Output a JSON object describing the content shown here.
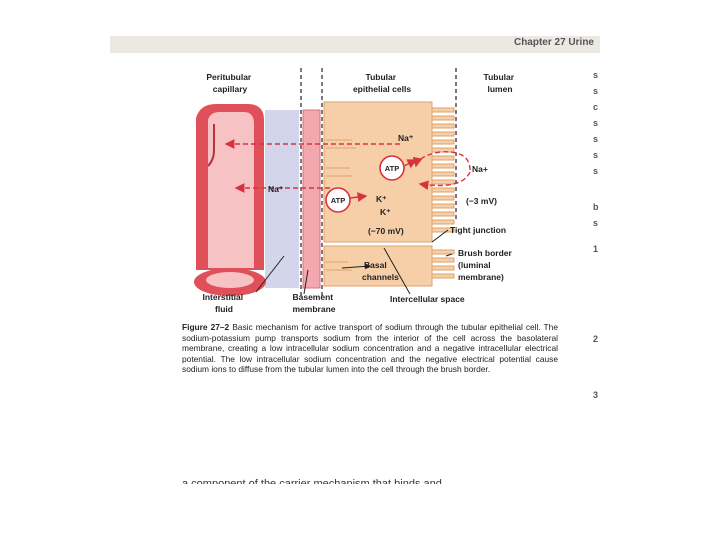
{
  "header": {
    "chapter": "Chapter 27   Urine"
  },
  "figure": {
    "col_labels": {
      "peritubular": [
        "Peritubular",
        "capillary"
      ],
      "epithelial": [
        "Tubular",
        "epithelial cells"
      ],
      "lumen": [
        "Tubular",
        "lumen"
      ]
    },
    "ions": {
      "na_top": "Na⁺",
      "na_right": "Na+",
      "na_left": "Na⁺",
      "k1": "K⁺",
      "k2": "K⁺"
    },
    "atp_upper": "ATP",
    "atp_lower": "ATP",
    "cell_potential": "(−70 mV)",
    "lumen_potential": "(−3 mV)",
    "tight_junction": "Tight junction",
    "brush_border": [
      "Brush border",
      "(luminal",
      "membrane)"
    ],
    "basal_channels": [
      "Basal",
      "channels"
    ],
    "interstitial": [
      "Interstitial",
      "fluid"
    ],
    "basement": [
      "Basement",
      "membrane"
    ],
    "intercellular": "Intercellular space"
  },
  "caption": {
    "label": "Figure 27–2",
    "text": "Basic mechanism for active transport of sodium through the tubular epithelial cell. The sodium-potassium pump transports sodium from the interior of the cell across the basolateral membrane, creating a low intracellular sodium concentration and a negative intracellular electrical potential. The low intracellular sodium concentration and the negative electrical potential cause sodium ions to diffuse from the tubular lumen into the cell through the brush border."
  },
  "body_text": "a component of the carrier mechanism that binds and",
  "margin_glyphs": [
    "s",
    "s",
    "c",
    "s",
    "s",
    "s",
    "s",
    "b",
    "s",
    "1",
    "2",
    "3"
  ],
  "colors": {
    "capillary": "#e0505a",
    "capillary_light": "#f6c2c4",
    "interstitial": "#d3d5ea",
    "membrane": "#f2a8ae",
    "cell": "#f6cfa9",
    "cell_line": "#e0a06a",
    "arrow": "#d8323e"
  }
}
